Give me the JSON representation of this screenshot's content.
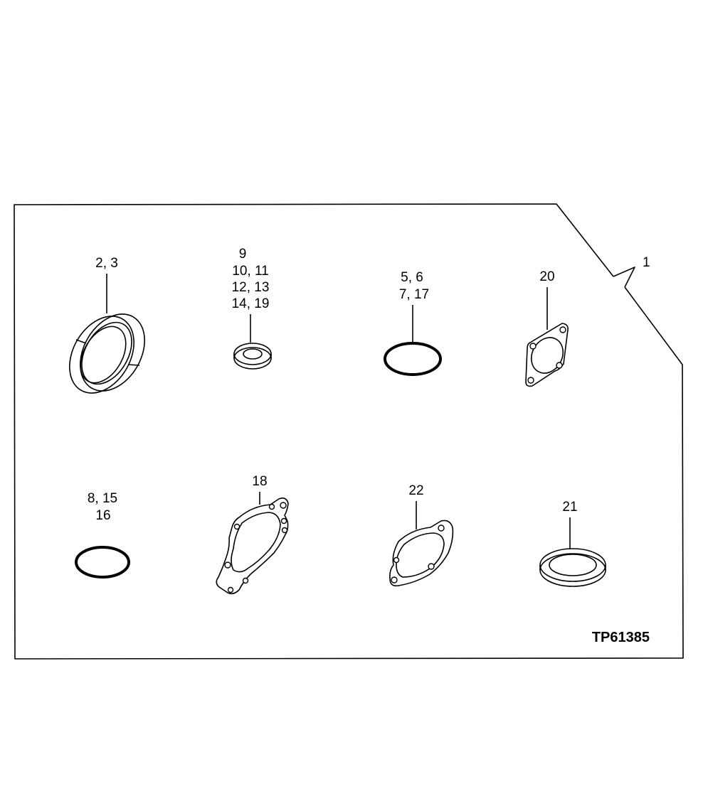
{
  "kit": {
    "callout": "1"
  },
  "figure_id": "TP61385",
  "parts": {
    "seal_large": {
      "lines": [
        "2, 3"
      ]
    },
    "washer_small": {
      "lines": [
        "9",
        "10, 11",
        "12, 13",
        "14, 19"
      ]
    },
    "o_ring_large": {
      "lines": [
        "5, 6",
        "7, 17"
      ]
    },
    "gasket_square": {
      "lines": [
        "20"
      ]
    },
    "o_ring_small": {
      "lines": [
        "8, 15",
        "16"
      ]
    },
    "gasket_large": {
      "lines": [
        "18"
      ]
    },
    "gasket_oval": {
      "lines": [
        "22"
      ]
    },
    "seal_ring_flat": {
      "lines": [
        "21"
      ]
    }
  }
}
